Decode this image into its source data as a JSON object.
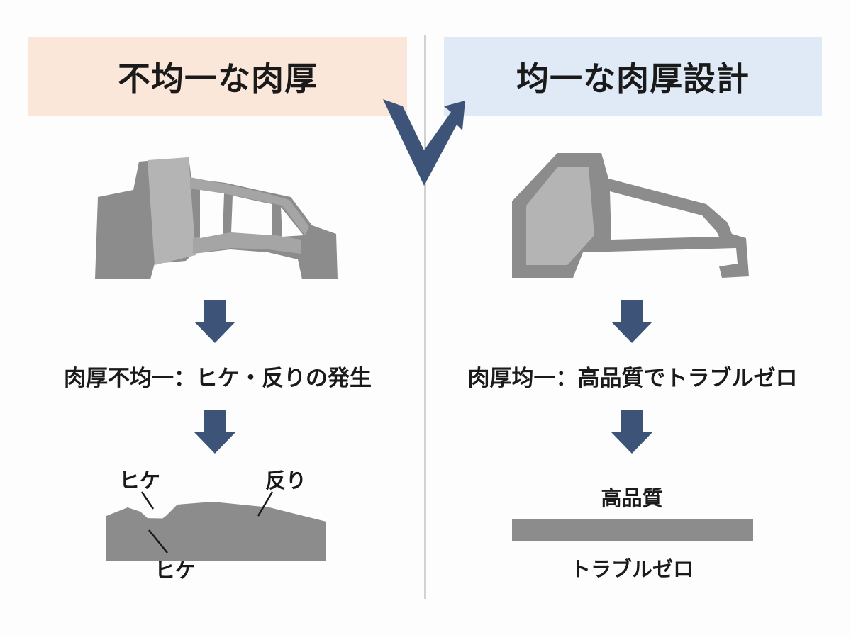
{
  "left": {
    "header": "不均一な肉厚",
    "caption": "肉厚不均一：ヒケ・反りの発生",
    "labels": {
      "sink_top": "ヒケ",
      "warp": "反り",
      "sink_bottom": "ヒケ"
    }
  },
  "right": {
    "header": "均一な肉厚設計",
    "caption": "肉厚均一：高品質でトラブルゼロ",
    "labels": {
      "high_quality": "高品質",
      "zero_trouble": "トラブルゼロ"
    }
  },
  "colors": {
    "left_header_bg": "#fbe6da",
    "right_header_bg": "#dfeaf6",
    "arrow": "#3d5478",
    "part_dark": "#8c8c8c",
    "part_light": "#b4b4b4",
    "divider": "#d2d2d2"
  },
  "icons": [
    "checkmark-icon",
    "down-arrow-icon"
  ]
}
